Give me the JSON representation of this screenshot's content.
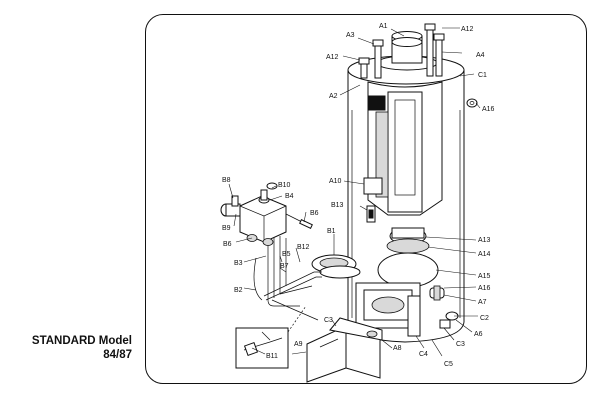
{
  "caption": {
    "line1": "STANDARD Model",
    "line2": "84/87"
  },
  "labels": {
    "A1": "A1",
    "A12a": "A12",
    "A12b": "A12",
    "A3": "A3",
    "A4": "A4",
    "C1": "C1",
    "A2": "A2",
    "A16a": "A16",
    "A10": "A10",
    "B13": "B13",
    "A13": "A13",
    "A14": "A14",
    "A15": "A15",
    "A16b": "A16",
    "A7": "A7",
    "C2": "C2",
    "A6": "A6",
    "C3a": "C3",
    "C5": "C5",
    "C4": "C4",
    "A8": "A8",
    "C3b": "C3",
    "A9": "A9",
    "B11": "B11",
    "B1": "B1",
    "B12": "B12",
    "B5": "B5",
    "B7": "B7",
    "B2": "B2",
    "B3": "B3",
    "B6a": "B6",
    "B9": "B9",
    "B8": "B8",
    "B10": "B10",
    "B4": "B4",
    "B6b": "B6"
  }
}
